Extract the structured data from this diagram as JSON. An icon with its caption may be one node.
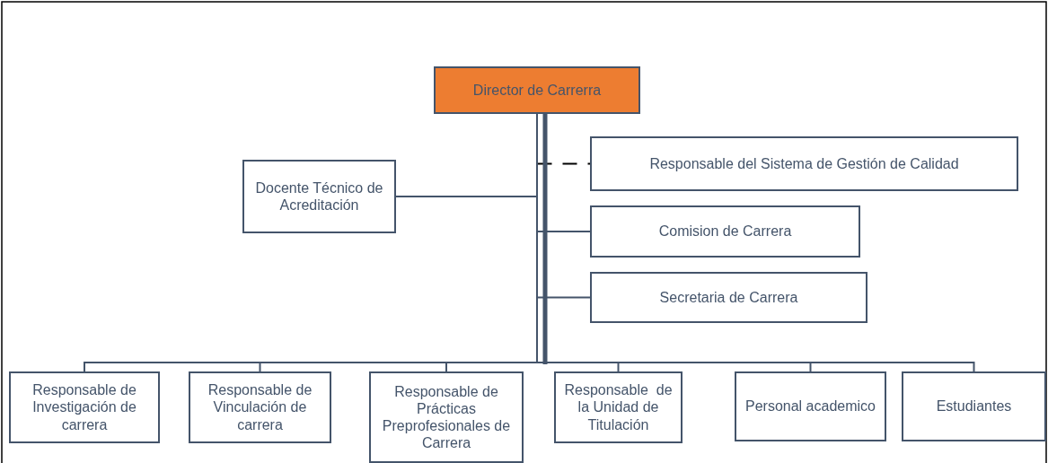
{
  "diagram": {
    "nodes": [
      {
        "text": [
          "Director de Carrerra"
        ]
      },
      {
        "text": [
          "Docente Técnico de Acreditación"
        ]
      },
      {
        "text": [
          "Responsable del Sistema de Gestión de Calidad"
        ]
      },
      {
        "text": [
          "Comision de Carrera"
        ]
      },
      {
        "text": [
          "Secretaria de Carrera"
        ]
      },
      {
        "text": [
          "Responsable de Investigación de carrera"
        ]
      },
      {
        "text": [
          "Responsable de Vinculación de carrera"
        ]
      },
      {
        "text": [
          "Responsable de Prácticas Preprofesionales de Carrera"
        ]
      },
      {
        "text": [
          "Responsable  de la Unidad de Titulación"
        ]
      },
      {
        "text": [
          "Personal academico"
        ]
      },
      {
        "text": [
          "Estudiantes"
        ]
      }
    ],
    "edges": [
      {
        "from": 0,
        "to": 1,
        "arrow": "none"
      },
      {
        "from": 0,
        "to": 2,
        "arrow": "none",
        "style": "dashed",
        "color": "#000000"
      },
      {
        "from": 0,
        "to": 3,
        "arrow": "none"
      },
      {
        "from": 0,
        "to": 4,
        "arrow": "none"
      },
      {
        "from": 0,
        "to": 5,
        "arrow": "none"
      },
      {
        "from": 0,
        "to": 6,
        "arrow": "none"
      },
      {
        "from": 0,
        "to": 7,
        "arrow": "none"
      },
      {
        "from": 0,
        "to": 8,
        "arrow": "none"
      },
      {
        "from": 0,
        "to": 9,
        "arrow": "none"
      },
      {
        "from": 0,
        "to": 10,
        "arrow": "none"
      }
    ]
  }
}
